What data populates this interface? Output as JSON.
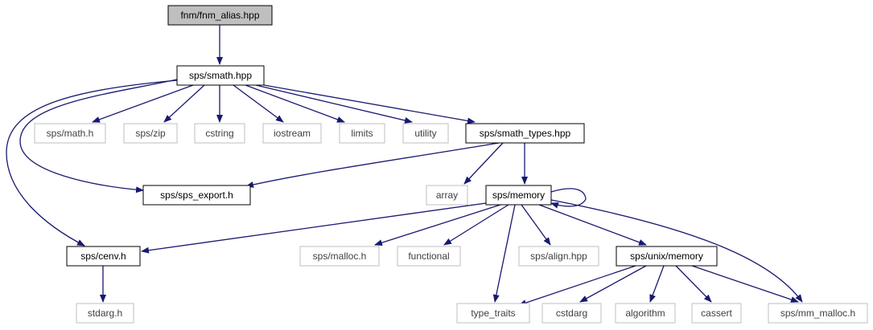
{
  "colors": {
    "edge": "#191970",
    "root_fill": "#bfbfbf",
    "documented_border": "#000000",
    "external_border": "#bfbfbf",
    "external_text": "#3f3f3f",
    "background": "#ffffff"
  },
  "nodes": [
    {
      "id": "fnm_alias",
      "label": "fnm/fnm_alias.hpp",
      "kind": "root"
    },
    {
      "id": "smath",
      "label": "sps/smath.hpp",
      "kind": "documented"
    },
    {
      "id": "math_h",
      "label": "sps/math.h",
      "kind": "external"
    },
    {
      "id": "zip",
      "label": "sps/zip",
      "kind": "external"
    },
    {
      "id": "cstring",
      "label": "cstring",
      "kind": "external"
    },
    {
      "id": "iostream",
      "label": "iostream",
      "kind": "external"
    },
    {
      "id": "limits",
      "label": "limits",
      "kind": "external"
    },
    {
      "id": "utility",
      "label": "utility",
      "kind": "external"
    },
    {
      "id": "smath_types",
      "label": "sps/smath_types.hpp",
      "kind": "documented"
    },
    {
      "id": "sps_export",
      "label": "sps/sps_export.h",
      "kind": "documented"
    },
    {
      "id": "array",
      "label": "array",
      "kind": "external"
    },
    {
      "id": "memory",
      "label": "sps/memory",
      "kind": "documented"
    },
    {
      "id": "cenv",
      "label": "sps/cenv.h",
      "kind": "documented"
    },
    {
      "id": "malloc",
      "label": "sps/malloc.h",
      "kind": "external"
    },
    {
      "id": "functional",
      "label": "functional",
      "kind": "external"
    },
    {
      "id": "align",
      "label": "sps/align.hpp",
      "kind": "external"
    },
    {
      "id": "unix_memory",
      "label": "sps/unix/memory",
      "kind": "documented"
    },
    {
      "id": "stdarg",
      "label": "stdarg.h",
      "kind": "external"
    },
    {
      "id": "type_traits",
      "label": "type_traits",
      "kind": "external"
    },
    {
      "id": "cstdarg",
      "label": "cstdarg",
      "kind": "external"
    },
    {
      "id": "algorithm",
      "label": "algorithm",
      "kind": "external"
    },
    {
      "id": "cassert",
      "label": "cassert",
      "kind": "external"
    },
    {
      "id": "mm_malloc",
      "label": "sps/mm_malloc.h",
      "kind": "external"
    }
  ],
  "edges": [
    {
      "from": "fnm_alias",
      "to": "smath"
    },
    {
      "from": "smath",
      "to": "math_h"
    },
    {
      "from": "smath",
      "to": "zip"
    },
    {
      "from": "smath",
      "to": "cstring"
    },
    {
      "from": "smath",
      "to": "iostream"
    },
    {
      "from": "smath",
      "to": "limits"
    },
    {
      "from": "smath",
      "to": "utility"
    },
    {
      "from": "smath",
      "to": "smath_types"
    },
    {
      "from": "smath",
      "to": "sps_export"
    },
    {
      "from": "smath",
      "to": "cenv"
    },
    {
      "from": "smath_types",
      "to": "sps_export"
    },
    {
      "from": "smath_types",
      "to": "array"
    },
    {
      "from": "smath_types",
      "to": "memory"
    },
    {
      "from": "memory",
      "to": "memory"
    },
    {
      "from": "memory",
      "to": "cenv"
    },
    {
      "from": "memory",
      "to": "malloc"
    },
    {
      "from": "memory",
      "to": "functional"
    },
    {
      "from": "memory",
      "to": "align"
    },
    {
      "from": "memory",
      "to": "unix_memory"
    },
    {
      "from": "memory",
      "to": "type_traits"
    },
    {
      "from": "memory",
      "to": "mm_malloc"
    },
    {
      "from": "cenv",
      "to": "stdarg"
    },
    {
      "from": "unix_memory",
      "to": "type_traits"
    },
    {
      "from": "unix_memory",
      "to": "cstdarg"
    },
    {
      "from": "unix_memory",
      "to": "algorithm"
    },
    {
      "from": "unix_memory",
      "to": "cassert"
    },
    {
      "from": "unix_memory",
      "to": "mm_malloc"
    }
  ]
}
